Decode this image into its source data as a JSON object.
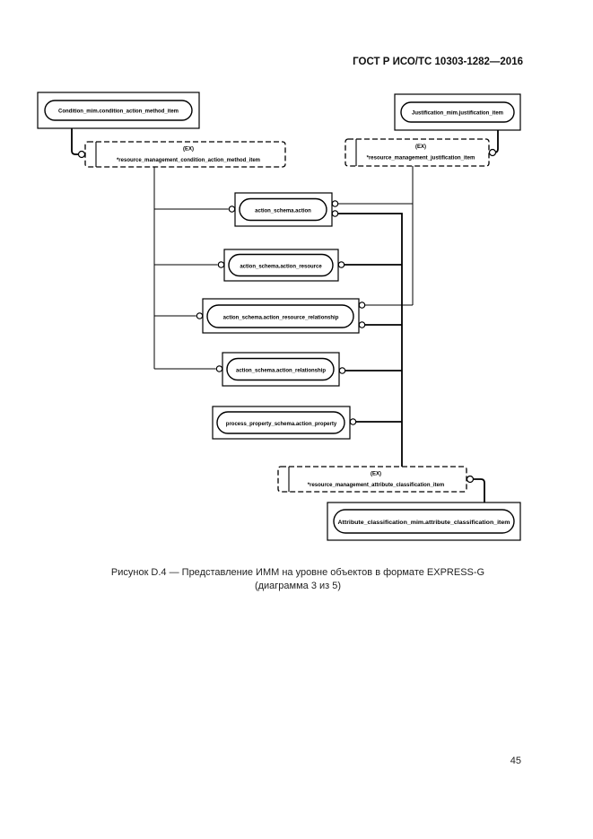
{
  "header": {
    "title": "ГОСТ Р ИСО/ТС 10303-1282—2016"
  },
  "footer": {
    "page_number": "45"
  },
  "caption": {
    "line1": "Рисунок D.4 — Представление ИММ на уровне объектов в формате EXPRESS-G",
    "line2": "(диаграмма 3 из 5)"
  },
  "diagram": {
    "notation": "EXPRESS-G",
    "interschema_refs": {
      "condition_action_method": "Condition_mim.condition_action_method_item",
      "justification": "Justification_mim.justification_item",
      "attribute_classification": "Attribute_classification_mim.attribute_classification_item"
    },
    "select_types": {
      "condition_action_method": {
        "tag": "(EX)",
        "name": "*resource_management_condition_action_method_item"
      },
      "justification": {
        "tag": "(EX)",
        "name": "*resource_management_justification_item"
      },
      "attribute_classification": {
        "tag": "(EX)",
        "name": "*resource_management_attribute_classification_item"
      }
    },
    "entities": {
      "action": "action_schema.action",
      "action_resource": "action_schema.action_resource",
      "action_resource_relationship": "action_schema.action_resource_relationship",
      "action_relationship": "action_schema.action_relationship",
      "action_property": "process_property_schema.action_property"
    }
  }
}
